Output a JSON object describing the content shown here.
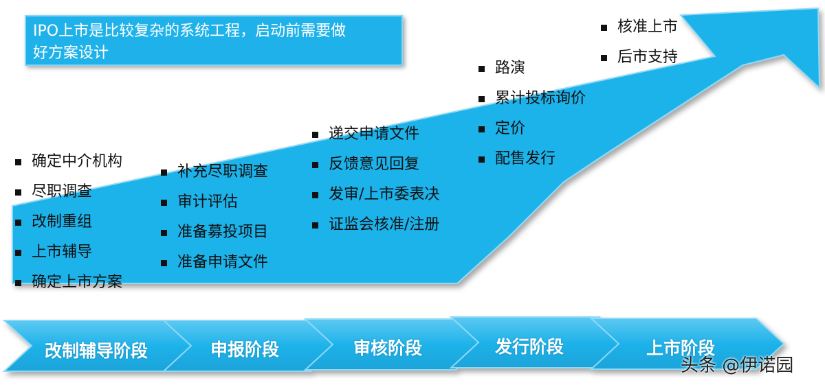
{
  "title_lines": [
    "IPO上市是比较复杂的系统工程，启动前需要做",
    "好方案设计"
  ],
  "stages": [
    {
      "items": [
        "确定中介机构",
        "尽职调查",
        "改制重组",
        "上市辅导",
        "确定上市方案"
      ]
    },
    {
      "items": [
        "补充尽职调查",
        "审计评估",
        "准备募投项目",
        "准备申请文件"
      ]
    },
    {
      "items": [
        "递交申请文件",
        "反馈意见回复",
        "发审/上市委表决",
        "证监会核准/注册"
      ]
    },
    {
      "items": [
        "路演",
        "累计投标询价",
        "定价",
        "配售发行"
      ]
    },
    {
      "items": [
        "核准上市",
        "后市支持"
      ]
    }
  ],
  "phases": [
    "改制辅导阶段",
    "申报阶段",
    "审核阶段",
    "发行阶段",
    "上市阶段"
  ],
  "watermark": "头条 @伊诺园",
  "colors": {
    "arrow_fill": "#1fb2ea",
    "arrow_light": "#8fd9f5",
    "text": "#111111"
  }
}
